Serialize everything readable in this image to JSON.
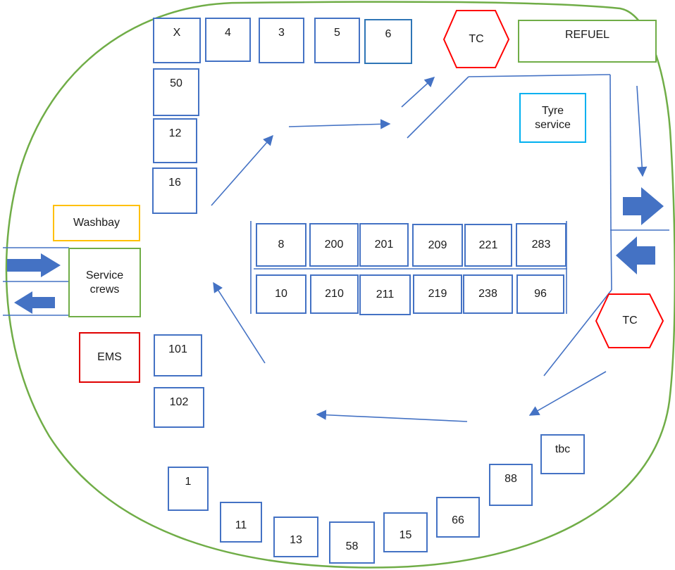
{
  "colors": {
    "boundary": "#70AD47",
    "bay_border": "#4472C4",
    "tc": "#FF0000",
    "refuel": "#70AD47",
    "tyre": "#00B0F0",
    "washbay": "#FFC000",
    "service": "#70AD47",
    "ems": "#E00000",
    "arrow": "#4472C4",
    "block_arrow": "#4472C4"
  },
  "top_bays": [
    "X",
    "4",
    "3",
    "5",
    "6"
  ],
  "left_bays": [
    "50",
    "12",
    "16"
  ],
  "center_bays": {
    "top_row": [
      "8",
      "200",
      "201",
      "209",
      "221",
      "283"
    ],
    "bottom_row": [
      "10",
      "210",
      "211",
      "219",
      "238",
      "96"
    ]
  },
  "left_lower_bays": [
    "101",
    "102"
  ],
  "bottom_bays": [
    "1",
    "11",
    "13",
    "58",
    "15",
    "66",
    "88",
    "tbc"
  ],
  "facilities": {
    "tc_top": "TC",
    "tc_right": "TC",
    "refuel": "REFUEL",
    "tyre_service": "Tyre\nservice",
    "washbay": "Washbay",
    "service_crews": "Service\ncrews",
    "ems": "EMS"
  },
  "icons": [
    "arrow-icon",
    "block-arrow-right-icon",
    "block-arrow-left-icon",
    "hexagon-icon"
  ]
}
